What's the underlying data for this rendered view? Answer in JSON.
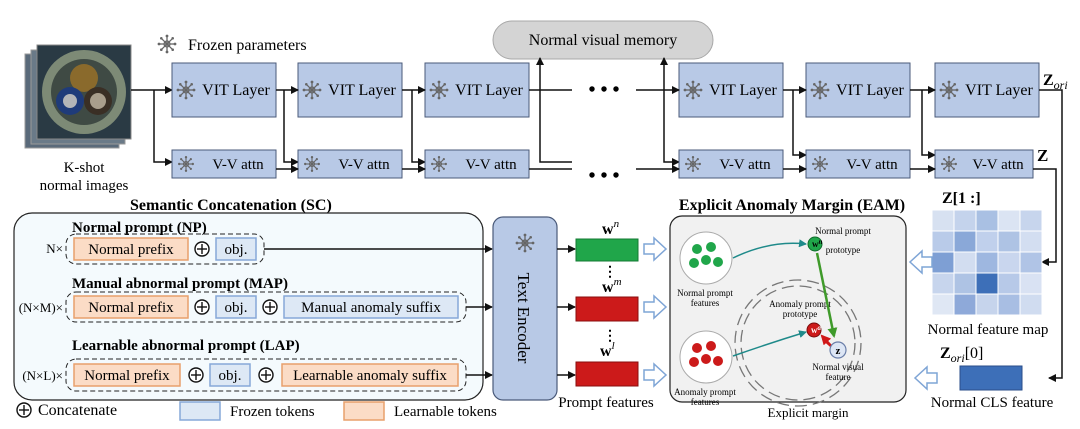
{
  "input": {
    "caption_line1": "K-shot",
    "caption_line2": "normal images"
  },
  "legend": {
    "frozen_parameters": "Frozen parameters",
    "concatenate": "Concatenate",
    "frozen_tokens": "Frozen tokens",
    "learnable_tokens": "Learnable tokens"
  },
  "memory": {
    "label": "Normal visual memory"
  },
  "encoder": {
    "vit_label": "VIT Layer",
    "vv_label": "V-V attn",
    "ellipsis": "• • •",
    "z_ori": "Z",
    "z_ori_sub": "ori",
    "z": "Z"
  },
  "sc": {
    "title": "Semantic Concatenation (SC)",
    "rows": [
      {
        "title": "Normal prompt (NP)",
        "multiplier": "N×",
        "prefix": "Normal prefix",
        "obj": "obj.",
        "suffix": ""
      },
      {
        "title": "Manual abnormal prompt (MAP)",
        "multiplier": "(N×M)×",
        "prefix": "Normal prefix",
        "obj": "obj.",
        "suffix": "Manual anomaly suffix"
      },
      {
        "title": "Learnable abnormal prompt (LAP)",
        "multiplier": "(N×L)×",
        "prefix": "Normal prefix",
        "obj": "obj.",
        "suffix": "Learnable anomaly suffix"
      }
    ]
  },
  "text_encoder": {
    "label": "Text Encoder"
  },
  "prompt_features": {
    "label": "Prompt features",
    "w_n": "w",
    "w_n_sup": "n",
    "w_m": "w",
    "w_m_sup": "m",
    "w_l": "w",
    "w_l_sup": "l"
  },
  "eam": {
    "title": "Explicit Anomaly Margin (EAM)",
    "normal_prompt_features": [
      "Normal prompt",
      "features"
    ],
    "normal_prompt_prototype": [
      "Normal prompt",
      "prototype"
    ],
    "anomaly_prompt_prototype": [
      "Anomaly prompt",
      "prototype"
    ],
    "anomaly_prompt_features": [
      "Anomaly prompt",
      "features"
    ],
    "normal_visual_feature": [
      "Normal visual",
      "feature"
    ],
    "explicit_margin": "Explicit margin",
    "w_n_node": "w",
    "w_n_node_sup": "n",
    "w_a_node": "w",
    "w_a_node_sup": "a",
    "z_node": "z"
  },
  "feature_map": {
    "title": "Z[1 :]",
    "caption": "Normal feature map",
    "cells": [
      [
        "#d7e1f1",
        "#c4d3ec",
        "#a9c0e3",
        "#dbe4f3",
        "#c7d5ed"
      ],
      [
        "#b9cbe9",
        "#8aa8d8",
        "#c0d0ec",
        "#aec3e4",
        "#d3def1"
      ],
      [
        "#7e9fd4",
        "#d2ddf0",
        "#9eb7e0",
        "#c9d6ee",
        "#b0c4e6"
      ],
      [
        "#c7d5ed",
        "#aec3e4",
        "#3d6fb8",
        "#b7c9e8",
        "#d9e2f3"
      ],
      [
        "#dfe7f4",
        "#8ea9d9",
        "#c6d4ec",
        "#a8bee3",
        "#d0dcf0"
      ]
    ]
  },
  "cls": {
    "title": "Z",
    "title_sub": "ori",
    "title_tail": "[0]",
    "caption": "Normal CLS feature"
  },
  "colors": {
    "block_fill": "#b8c9e6",
    "block_stroke": "#4a5a7a",
    "frozen_token": "#dde8f5",
    "frozen_token_stroke": "#86a8d8",
    "learnable_token": "#fbdcc6",
    "learnable_token_stroke": "#e8a06c",
    "green": "#20a64a",
    "red": "#cc1a1a",
    "panel_fill": "#f4fafd",
    "eam_fill": "#f1f1f1",
    "cls_bar": "#3d6fb8"
  }
}
